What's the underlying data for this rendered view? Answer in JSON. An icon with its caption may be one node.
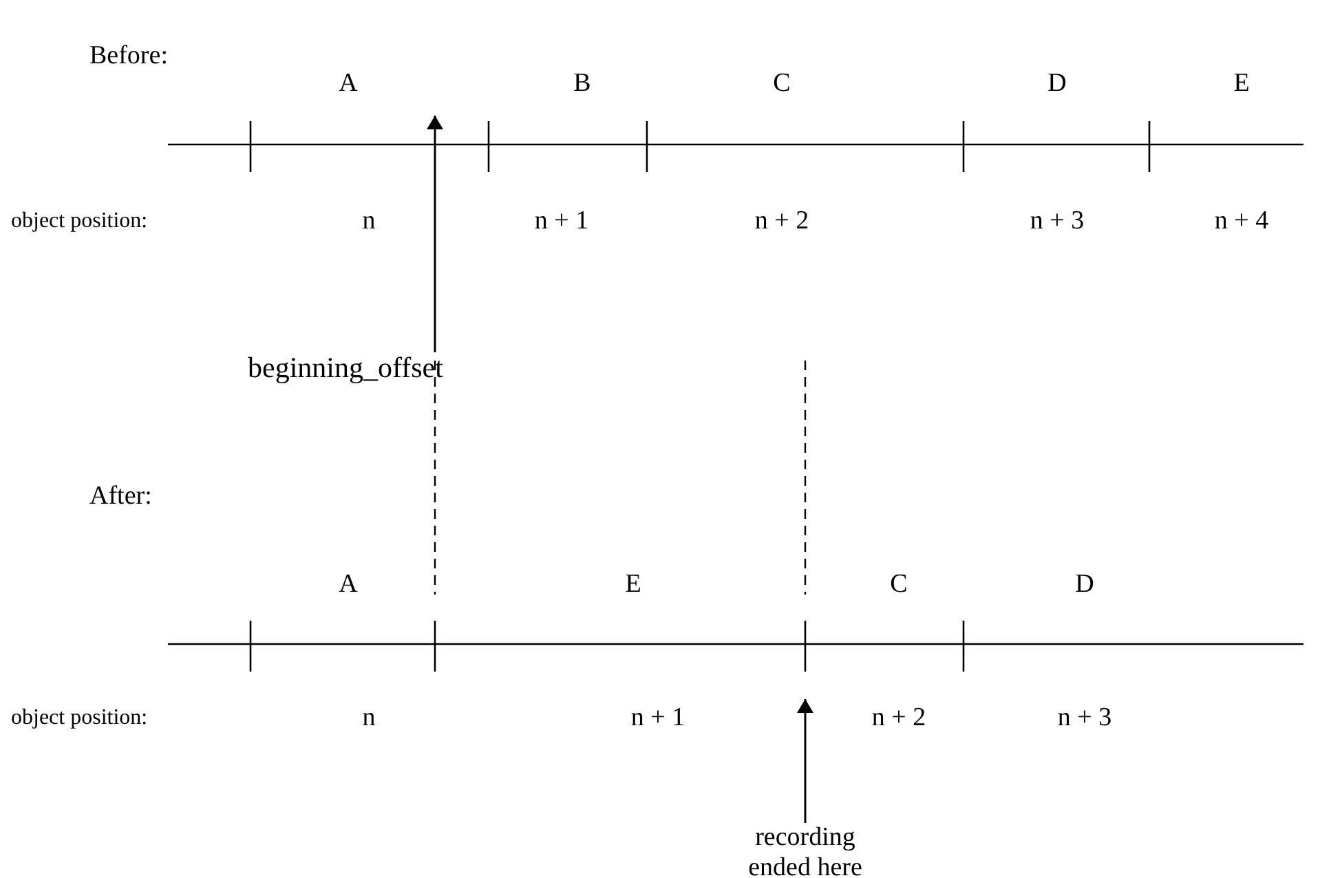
{
  "diagram": {
    "nodes": [
      {
        "text": [
          "beginning_offset"
        ]
      },
      {
        "text": [
          "recording ended here"
        ]
      }
    ],
    "edges": [
      {
        "from": 0,
        "to": null,
        "arrow": "to"
      },
      {
        "from": 1,
        "to": null,
        "arrow": "to"
      }
    ],
    "labels": [
      "Before:",
      "A",
      "B",
      "C",
      "D",
      "E",
      "object position:",
      "n",
      "n + 1",
      "n + 2",
      "n + 3",
      "n + 4",
      "After:",
      "A",
      "E",
      "C",
      "D",
      "object position:",
      "n",
      "n + 1",
      "n + 2",
      "n + 3"
    ]
  }
}
